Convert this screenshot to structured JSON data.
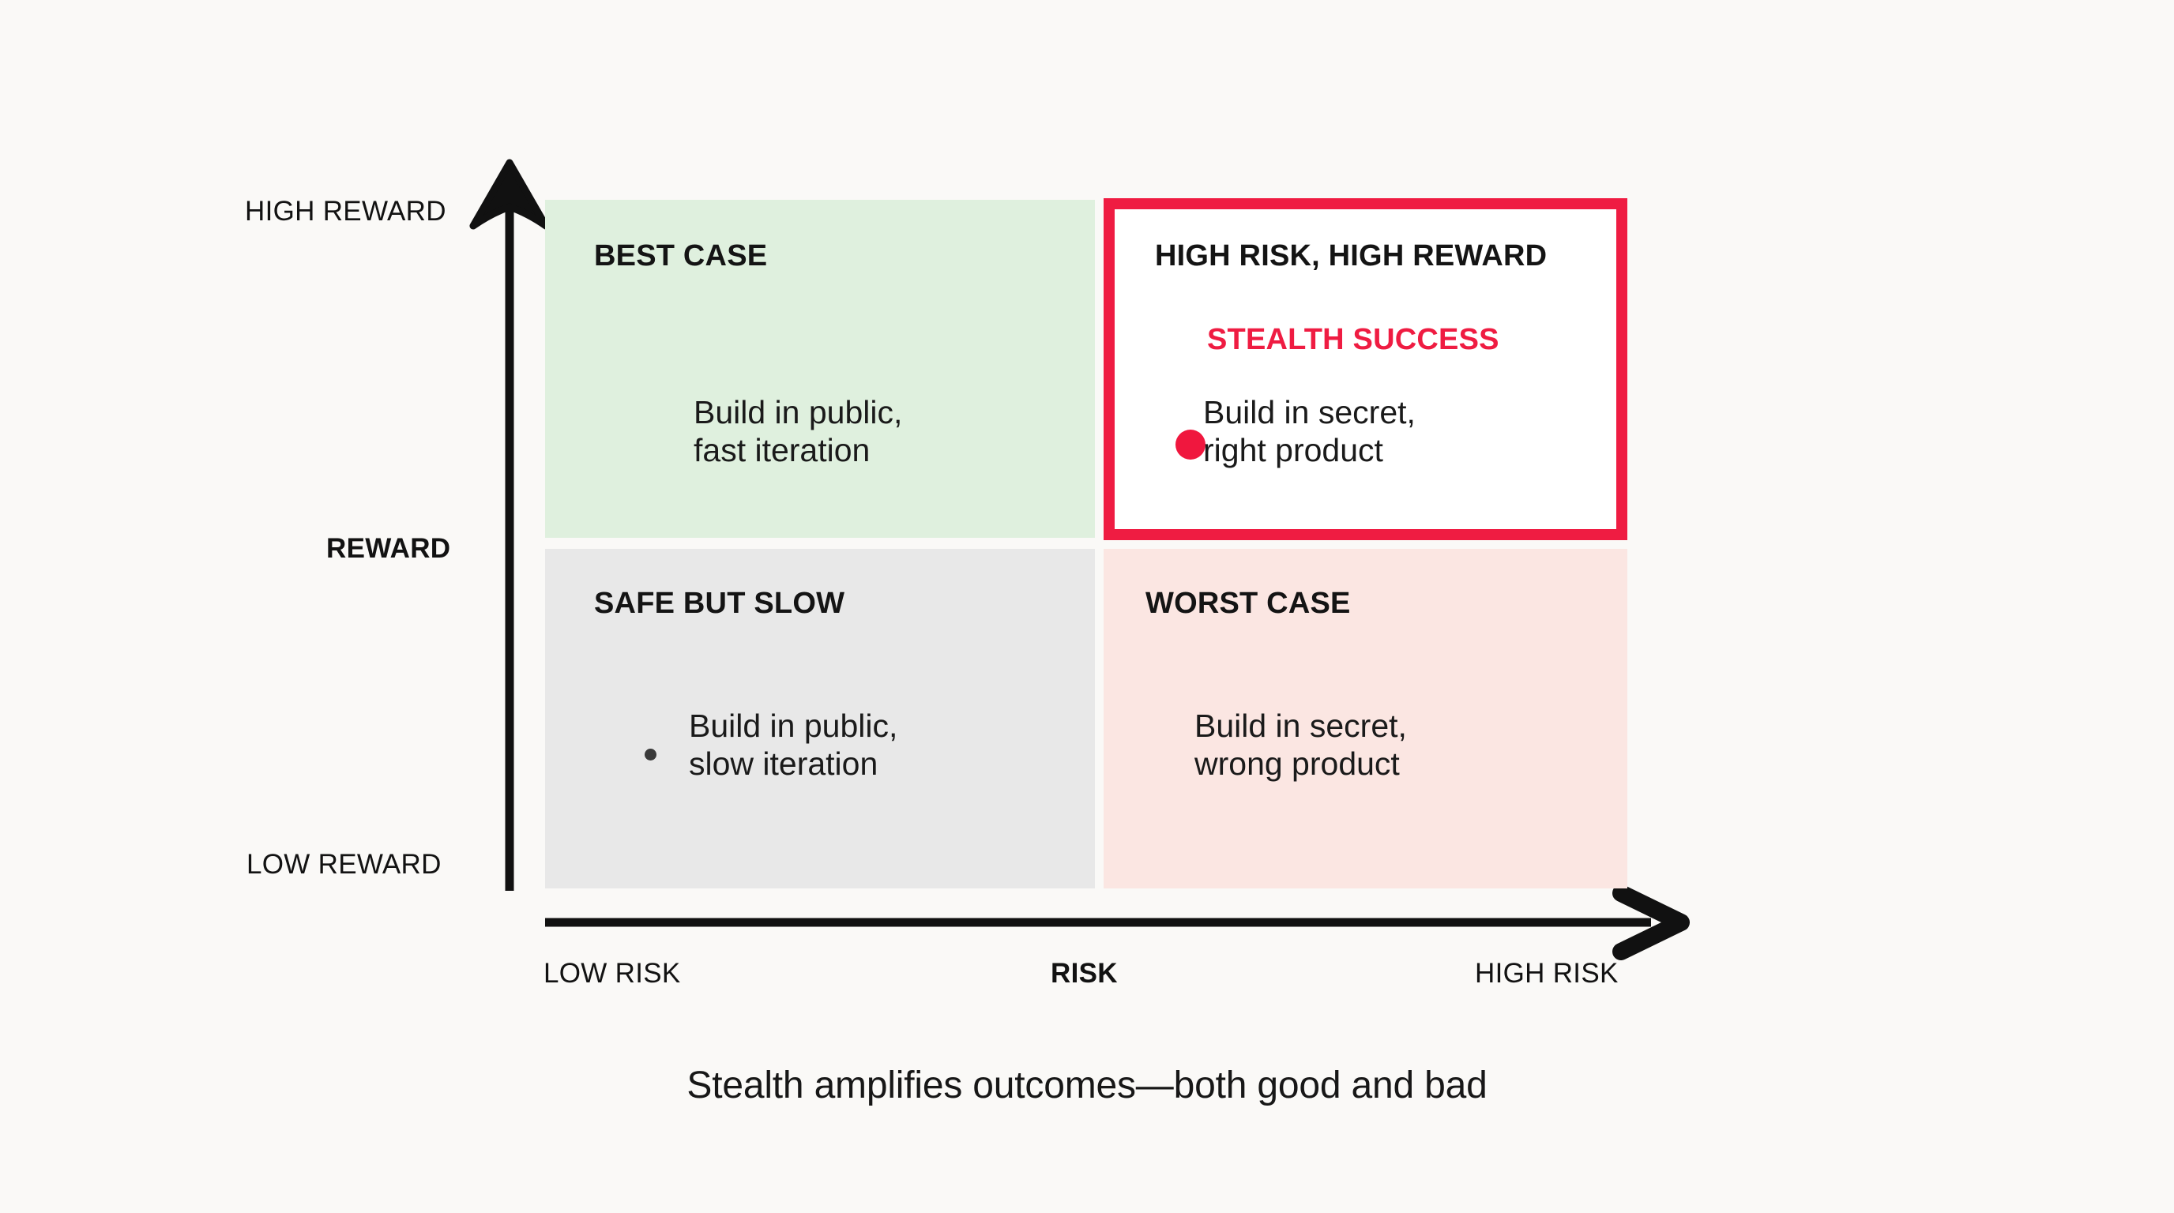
{
  "background_color": "#faf9f7",
  "accent_color": "#ef1c42",
  "axes": {
    "y": {
      "title": "REWARD",
      "high_label": "HIGH REWARD",
      "low_label": "LOW REWARD",
      "direction": "up",
      "color": "#111111"
    },
    "x": {
      "title": "RISK",
      "low_label": "LOW RISK",
      "high_label": "HIGH RISK",
      "direction": "right",
      "color": "#111111"
    }
  },
  "quadrants": [
    {
      "id": "best-case",
      "position": "top-left",
      "title": "BEST CASE",
      "body": "Build in public,\nfast iteration",
      "fill": "#dff0de",
      "highlighted": false,
      "marker": null
    },
    {
      "id": "high-risk-high-reward",
      "position": "top-right",
      "title": "HIGH RISK, HIGH REWARD",
      "subtitle": "STEALTH SUCCESS",
      "body": "Build in secret,\nright product",
      "fill": "#ffffff",
      "border_color": "#ef1c42",
      "highlighted": true,
      "marker": {
        "color": "#f0173e",
        "size": "large"
      }
    },
    {
      "id": "safe-but-slow",
      "position": "bottom-left",
      "title": "SAFE BUT SLOW",
      "body": "Build in public,\nslow iteration",
      "fill": "#e8e8e8",
      "highlighted": false,
      "marker": {
        "color": "#3a3a3a",
        "size": "small"
      }
    },
    {
      "id": "worst-case",
      "position": "bottom-right",
      "title": "WORST CASE",
      "body": "Build in secret,\nwrong product",
      "fill": "#fbe6e2",
      "highlighted": false,
      "marker": null
    }
  ],
  "caption": "Stealth amplifies outcomes—both good and bad",
  "chart_data": {
    "type": "scatter",
    "title": "",
    "xlabel": "RISK",
    "ylabel": "REWARD",
    "xticks": [
      "LOW RISK",
      "HIGH RISK"
    ],
    "yticks": [
      "LOW REWARD",
      "HIGH REWARD"
    ],
    "grid": false,
    "legend": "none",
    "quadrant_labels": [
      "BEST CASE",
      "HIGH RISK, HIGH REWARD",
      "SAFE BUT SLOW",
      "WORST CASE"
    ],
    "points": [
      {
        "label": "STEALTH SUCCESS",
        "x": "high risk",
        "y": "high reward",
        "quadrant": "top-right",
        "color": "#f0173e",
        "emphasis": "primary"
      },
      {
        "label": "SAFE BUT SLOW",
        "x": "low risk",
        "y": "low reward",
        "quadrant": "bottom-left",
        "color": "#3a3a3a",
        "emphasis": "secondary"
      }
    ]
  }
}
